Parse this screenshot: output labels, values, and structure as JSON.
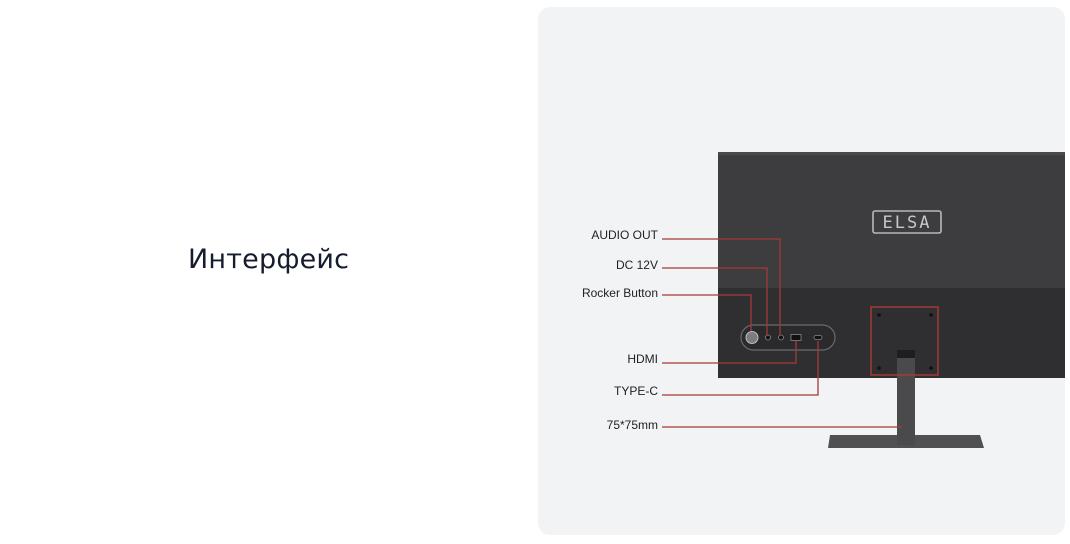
{
  "heading": "Интерфейс",
  "brand_logo": "ELSA",
  "labels": {
    "audio_out": "AUDIO OUT",
    "dc_12v": "DC 12V",
    "rocker_button": "Rocker Button",
    "hdmi": "HDMI",
    "type_c": "TYPE-C",
    "vesa": "75*75mm"
  },
  "colors": {
    "leader_line": "#a33a36",
    "monitor_body": "#3c3c3e",
    "panel_bg": "#f2f3f5",
    "heading": "#141c2e"
  }
}
